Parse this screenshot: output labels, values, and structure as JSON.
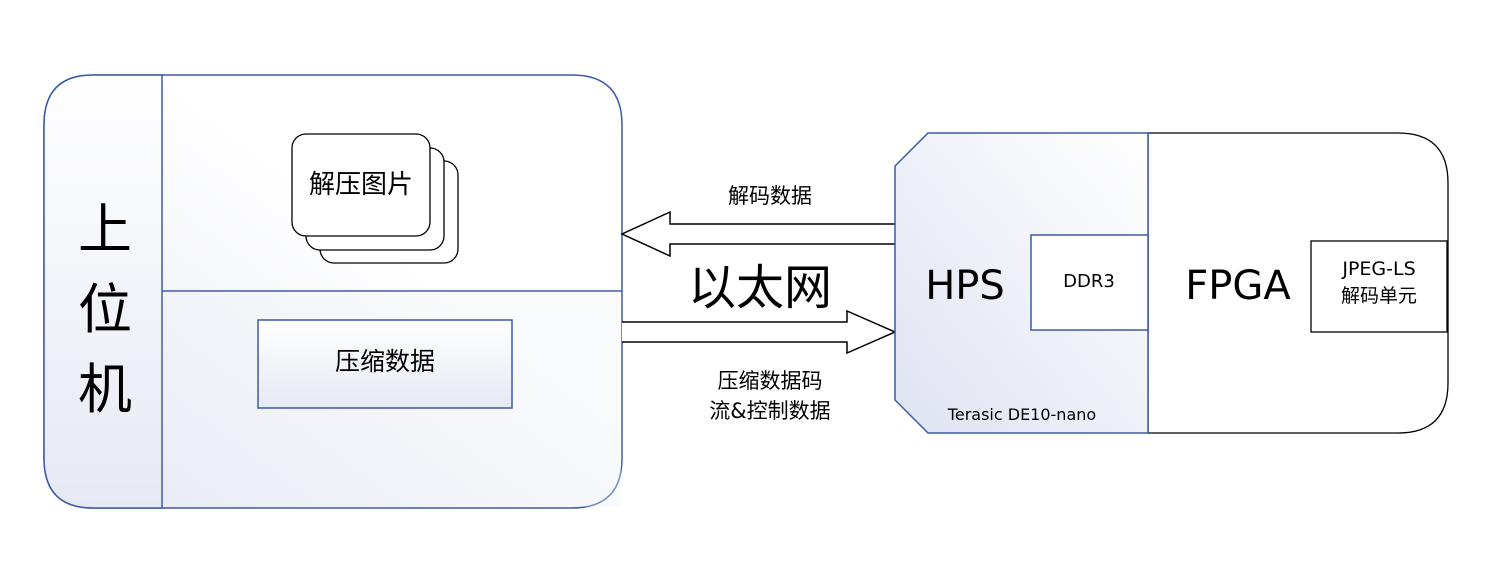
{
  "host": {
    "title": [
      "上",
      "位",
      "机"
    ],
    "images_label": "解压图片",
    "compressed_label": "压缩数据"
  },
  "link": {
    "ethernet_label": "以太网",
    "decoded_label": "解码数据",
    "stream_label": [
      "压缩数据码",
      "流&控制数据"
    ]
  },
  "board": {
    "hps_label": "HPS",
    "ddr3_label": "DDR3",
    "board_name": "Terasic DE10-nano",
    "fpga_label": "FPGA",
    "decoder_label": [
      "JPEG-LS",
      "解码单元"
    ]
  },
  "colors": {
    "border": "#3b5aa8",
    "fill_light": "#e6e9f4",
    "arrow": "#000000"
  }
}
